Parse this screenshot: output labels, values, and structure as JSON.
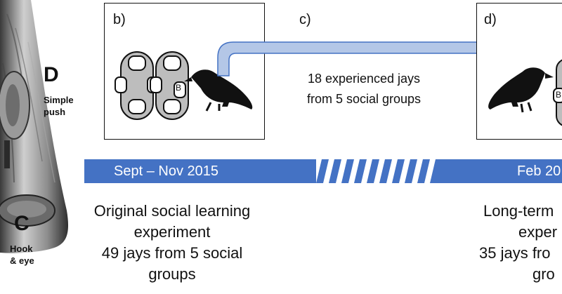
{
  "apparatus": {
    "label_top": "D",
    "label_top_desc": "Simple push",
    "label_bottom": "C",
    "label_bottom_desc": "Hook & eye"
  },
  "panel_b": {
    "label": "b)",
    "tube_marker": "B"
  },
  "panel_c": {
    "label": "c)",
    "line1": "18 experienced jays",
    "line2": "from 5 social groups"
  },
  "panel_d": {
    "label": "d)",
    "tube_marker": "B"
  },
  "timeline": {
    "left": "Sept – Nov 2015",
    "right": "Feb 20"
  },
  "left_block": [
    "Original social learning",
    "experiment",
    "49 jays from 5 social",
    "groups"
  ],
  "right_block": [
    "Long-term",
    "exper",
    "35 jays fro",
    "gro"
  ],
  "colors": {
    "timeline_blue": "#4472c4",
    "arrow_fill": "#b4c7e7",
    "arrow_stroke": "#4472c4"
  }
}
